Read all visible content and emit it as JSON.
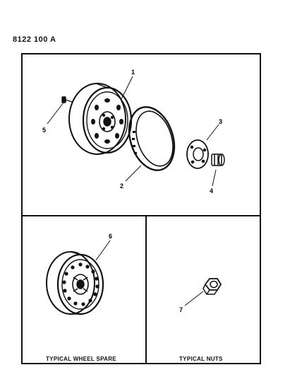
{
  "document_id": "8122 100 A",
  "callouts": [
    {
      "number": "1"
    },
    {
      "number": "2"
    },
    {
      "number": "3"
    },
    {
      "number": "4"
    },
    {
      "number": "5"
    },
    {
      "number": "6"
    },
    {
      "number": "7"
    }
  ],
  "captions": {
    "spare": "TYPICAL WHEEL SPARE",
    "nuts": "TYPICAL NUTS"
  }
}
